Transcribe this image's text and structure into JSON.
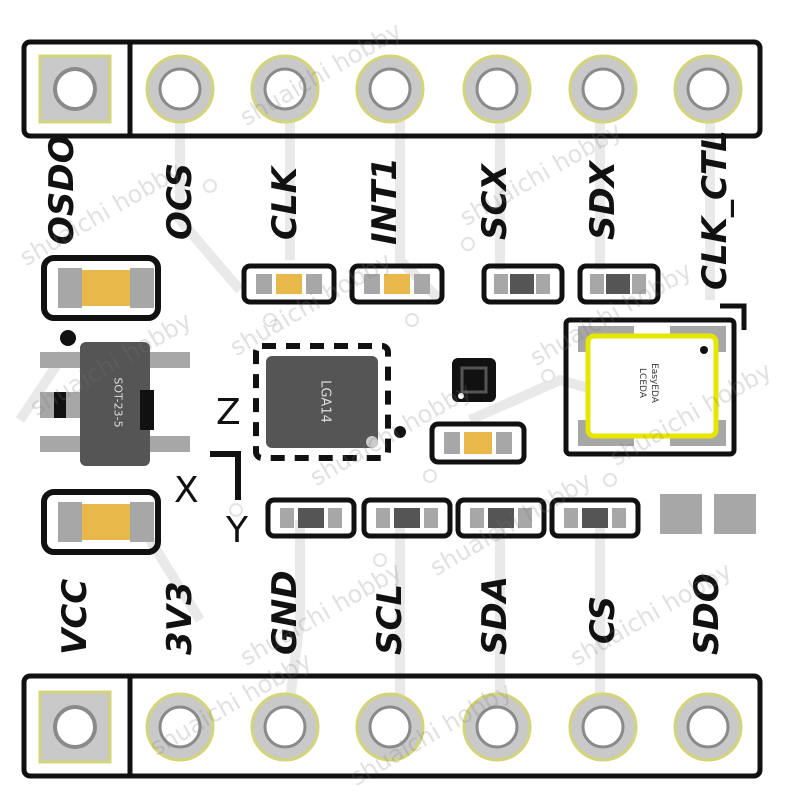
{
  "top_header_pins": [
    "OSDO",
    "OCS",
    "CLK",
    "INT1",
    "SCX",
    "SDX",
    "CLK_CTL"
  ],
  "bottom_header_pins": [
    "VCC",
    "3V3",
    "GND",
    "SCL",
    "SDA",
    "CS",
    "SDO"
  ],
  "chips": {
    "regulator": "SOT-23-5",
    "sensor": "LGA14",
    "oscillator_top": "LCEDA",
    "oscillator_bottom": "EasyEDA"
  },
  "axes": {
    "z": "Z",
    "x": "X",
    "y": "Y"
  },
  "watermark": "shuaichi hobby",
  "colors": {
    "pad_gold": "#d4d47a",
    "mask_white": "#ffffff",
    "silkscreen": "#111111",
    "chip_body": "#555555",
    "capacitor_orange": "#e8b84a",
    "resistor_dark": "#555555",
    "pad_gray": "#a7a7a7"
  }
}
